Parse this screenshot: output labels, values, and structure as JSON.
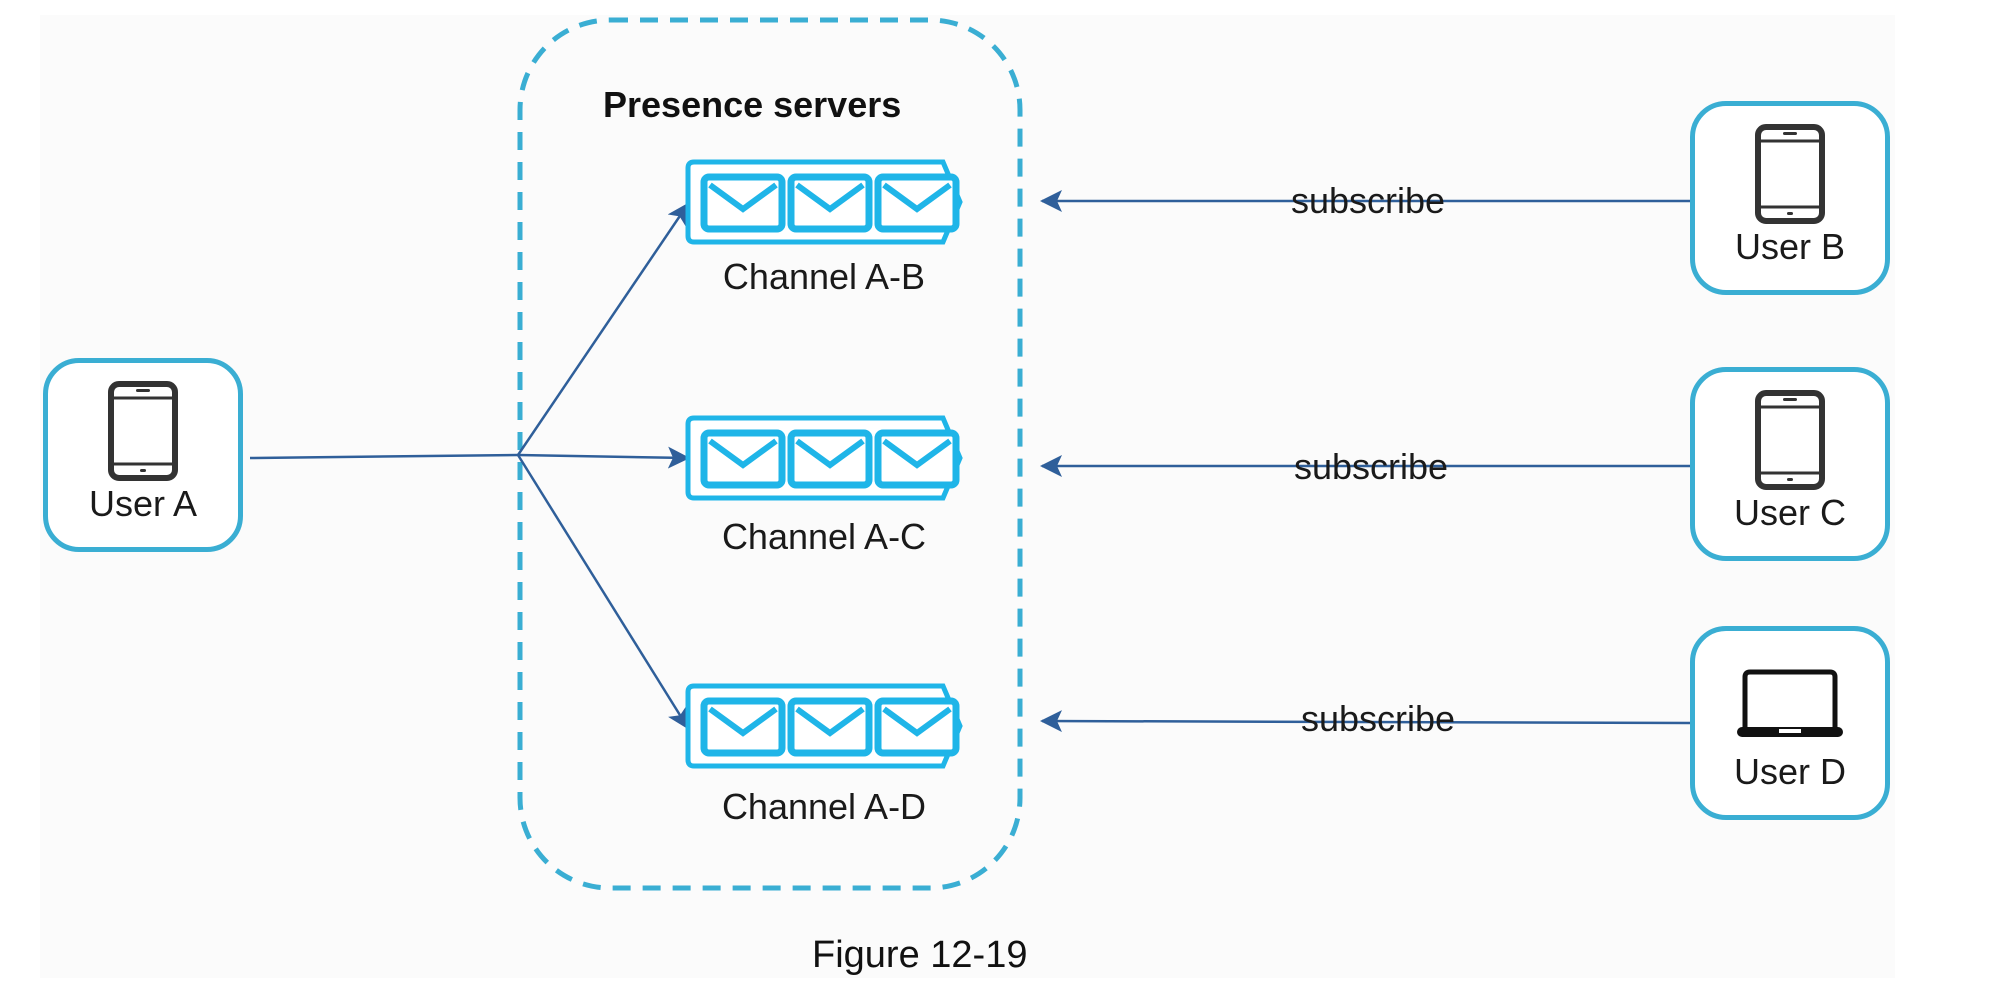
{
  "figure": {
    "group_title": "Presence servers",
    "caption": "Figure 12-19"
  },
  "publisher": {
    "name": "User A",
    "icon": "smartphone-icon"
  },
  "channels": [
    {
      "label": "Channel A-B",
      "icon": "message-queue-icon"
    },
    {
      "label": "Channel A-C",
      "icon": "message-queue-icon"
    },
    {
      "label": "Channel A-D",
      "icon": "message-queue-icon"
    }
  ],
  "subscribers": [
    {
      "name": "User B",
      "icon": "smartphone-icon",
      "edge_label": "subscribe",
      "channel": "Channel A-B"
    },
    {
      "name": "User C",
      "icon": "smartphone-icon",
      "edge_label": "subscribe",
      "channel": "Channel A-C"
    },
    {
      "name": "User D",
      "icon": "laptop-icon",
      "edge_label": "subscribe",
      "channel": "Channel A-D"
    }
  ],
  "colors": {
    "node_border": "#3aaed3",
    "queue": "#1fb5e8",
    "arrow": "#2f5f9a",
    "group_border": "#3aaed3",
    "icon": "#333333"
  }
}
